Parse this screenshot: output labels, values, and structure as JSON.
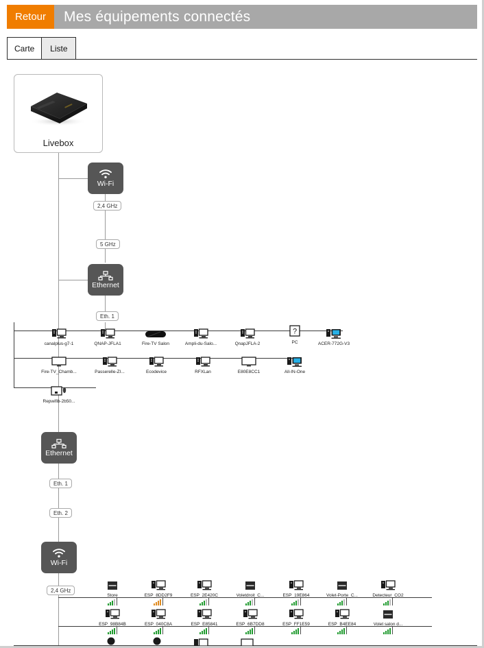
{
  "header": {
    "back_label": "Retour",
    "title": "Mes équipements connectés",
    "accent_color": "#f07d00",
    "bar_color": "#a8a8a8"
  },
  "tabs": [
    {
      "label": "Carte",
      "active": false
    },
    {
      "label": "Liste",
      "active": true
    }
  ],
  "map": {
    "root": {
      "label": "Livebox",
      "icon": "livebox-router-image"
    },
    "nodes": {
      "wifi_top": {
        "label": "Wi-Fi",
        "icon": "wifi-icon"
      },
      "ethernet_top": {
        "label": "Ethernet",
        "icon": "ethernet-icon"
      },
      "ethernet_mid": {
        "label": "Ethernet",
        "icon": "ethernet-icon"
      },
      "wifi_bottom": {
        "label": "Wi-Fi",
        "icon": "wifi-icon"
      }
    },
    "pills": {
      "wifi_24": "2,4 GHz",
      "wifi_5": "5 GHz",
      "eth_top_1": "Eth. 1",
      "eth_mid_1": "Eth. 1",
      "eth_mid_2": "Eth. 2",
      "wifi_bottom_24": "2,4 GHz"
    },
    "device_rows": [
      {
        "id": "row-eth-1",
        "devices": [
          {
            "name": "canalplus-g7-1",
            "icon": "desktop-pc-icon"
          },
          {
            "name": "QNAP-JFLA1",
            "icon": "desktop-pc-icon"
          },
          {
            "name": "Fire-TV Salon",
            "icon": "media-stick-icon"
          },
          {
            "name": "Ampli-du-Salo...",
            "icon": "desktop-pc-icon"
          },
          {
            "name": "QnapJFLA-2",
            "icon": "desktop-pc-icon"
          },
          {
            "name": "PC",
            "icon": "unknown-device-icon"
          },
          {
            "name": "ACER-772G-V3",
            "icon": "desktop-pc-blue-icon"
          }
        ]
      },
      {
        "id": "row-eth-2",
        "devices": [
          {
            "name": "Fire-TV_Chamb...",
            "icon": "tv-monitor-icon"
          },
          {
            "name": "Passerelle-ZI...",
            "icon": "desktop-pc-icon"
          },
          {
            "name": "Ecodevice",
            "icon": "desktop-pc-icon"
          },
          {
            "name": "RFXLan",
            "icon": "desktop-pc-icon"
          },
          {
            "name": "E80E8CC1",
            "icon": "tv-monitor-icon"
          },
          {
            "name": "All-IN-One",
            "icon": "desktop-pc-blue-icon"
          }
        ]
      },
      {
        "id": "row-eth-3",
        "devices": [
          {
            "name": "Repwifib-2b50...",
            "icon": "repeater-icon"
          }
        ]
      },
      {
        "id": "row-wifi-1",
        "devices": [
          {
            "name": "Store",
            "icon": "module-icon",
            "signal": 3,
            "signal_color": "green"
          },
          {
            "name": "ESP_8DD2F9",
            "icon": "desktop-pc-icon",
            "signal": 2,
            "signal_color": "orange"
          },
          {
            "name": "ESP_2E420C",
            "icon": "desktop-pc-icon",
            "signal": 3,
            "signal_color": "green"
          },
          {
            "name": "Voletdroit_C...",
            "icon": "module-icon",
            "signal": 3,
            "signal_color": "green"
          },
          {
            "name": "ESP_19E864",
            "icon": "desktop-pc-icon",
            "signal": 3,
            "signal_color": "green"
          },
          {
            "name": "Volet-Porte_C...",
            "icon": "module-icon",
            "signal": 3,
            "signal_color": "green"
          },
          {
            "name": "Detecteur_CO2",
            "icon": "desktop-pc-icon",
            "signal": 3,
            "signal_color": "green"
          }
        ]
      },
      {
        "id": "row-wifi-2",
        "devices": [
          {
            "name": "ESP_98B84B",
            "icon": "desktop-pc-icon",
            "signal": 4,
            "signal_color": "green"
          },
          {
            "name": "ESP_040C8A",
            "icon": "desktop-pc-icon",
            "signal": 4,
            "signal_color": "green"
          },
          {
            "name": "ESP_E85841",
            "icon": "desktop-pc-icon",
            "signal": 4,
            "signal_color": "green"
          },
          {
            "name": "ESP_6B7DD8",
            "icon": "desktop-pc-icon",
            "signal": 4,
            "signal_color": "green"
          },
          {
            "name": "ESP_FF1E59",
            "icon": "desktop-pc-icon",
            "signal": 4,
            "signal_color": "green"
          },
          {
            "name": "ESP_B4EE84",
            "icon": "desktop-pc-icon",
            "signal": 4,
            "signal_color": "green"
          },
          {
            "name": "Volet salon d...",
            "icon": "module-icon",
            "signal": 4,
            "signal_color": "green"
          }
        ]
      }
    ]
  }
}
